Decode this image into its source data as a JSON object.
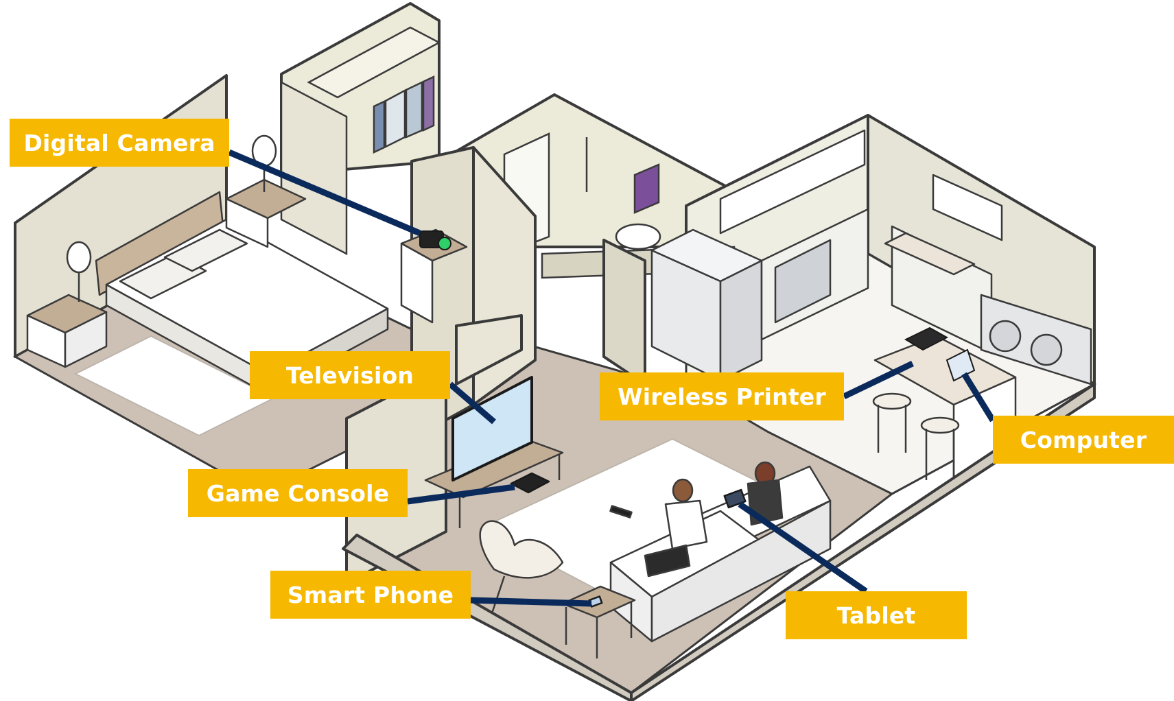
{
  "labels": {
    "digital_camera": "Digital Camera",
    "television": "Television",
    "game_console": "Game Console",
    "smart_phone": "Smart Phone",
    "wireless_printer": "Wireless Printer",
    "computer": "Computer",
    "tablet": "Tablet"
  },
  "colors": {
    "label_background": "#f6b800",
    "label_text": "#ffffff",
    "connector": "#0b2a5c",
    "outline": "#3a3a3a",
    "floor": "#cfc3b8",
    "kitchen_floor": "#f7f5f1",
    "wall": "#e7e4d6"
  }
}
